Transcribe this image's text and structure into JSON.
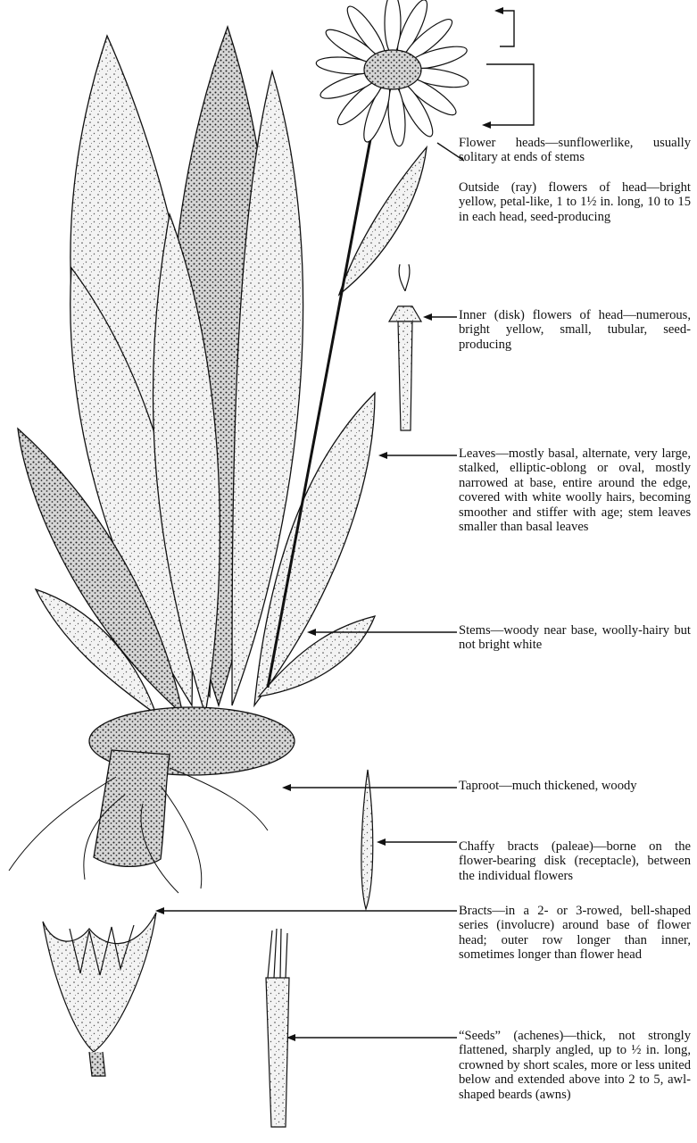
{
  "colors": {
    "ink": "#111111",
    "paper": "#ffffff",
    "leaf_fill": "#f1f1f1",
    "dark_fill": "#2a2a2a"
  },
  "illustration": {
    "subject": "balsamroot-like plant",
    "icons": [
      "flower-head-icon",
      "leaf-cluster-icon",
      "taproot-icon",
      "disk-flower-icon",
      "chaffy-bract-icon",
      "bract-involucre-icon",
      "achene-seed-icon"
    ]
  },
  "labels": [
    {
      "id": "flower-heads",
      "text": "Flower heads—sunflowerlike, usually solitary at ends of stems"
    },
    {
      "id": "ray-flowers",
      "text": "Outside (ray) flowers of head—bright yellow, petal-like, 1 to 1½ in. long, 10 to 15 in each head, seed-producing"
    },
    {
      "id": "disk-flowers",
      "text": "Inner (disk) flowers of head—numerous, bright yellow, small, tubular, seed-producing"
    },
    {
      "id": "leaves",
      "text": "Leaves—mostly basal, alternate, very large, stalked, elliptic-oblong or oval, mostly narrowed at base, entire around the edge, covered with white woolly hairs, becoming smoother and stiffer with age; stem leaves smaller than basal leaves"
    },
    {
      "id": "stems",
      "text": "Stems—woody near base, woolly-hairy but not bright white"
    },
    {
      "id": "taproot",
      "text": "Taproot—much thickened, woody"
    },
    {
      "id": "chaffy-bracts",
      "text": "Chaffy bracts (paleae)—borne on the flower-bearing disk (receptacle), between the individual flowers"
    },
    {
      "id": "bracts",
      "text": "Bracts—in a 2- or 3-rowed, bell-shaped series (involucre) around base of flower head; outer row longer than inner, sometimes longer than flower head"
    },
    {
      "id": "seeds",
      "text": "“Seeds” (achenes)—thick, not strongly flattened, sharply angled, up to ½ in. long, crowned by short scales, more or less united below and extended above into 2 to 5, awl-shaped beards (awns)"
    }
  ]
}
